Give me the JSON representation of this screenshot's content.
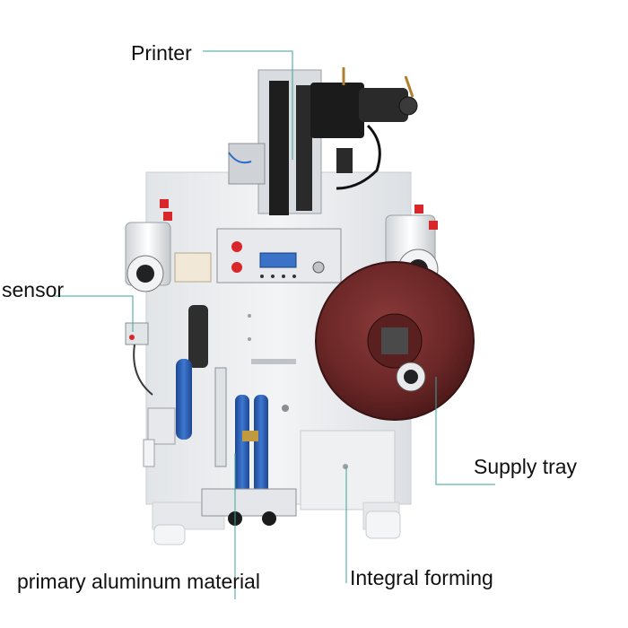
{
  "labels": {
    "printer": "Printer",
    "sensor": "sensor",
    "supply_tray": "Supply tray",
    "primary_material": "primary aluminum material",
    "integral_forming": "Integral forming"
  },
  "colors": {
    "leader_line": "#3aa69a",
    "frame": "#eceef0",
    "roll_disc": "#6a2a2a",
    "roller_blue": "#2a5fb0",
    "motor": "#1b1b1b",
    "red_button": "#d8262b",
    "panel_display": "#3a72c8"
  }
}
